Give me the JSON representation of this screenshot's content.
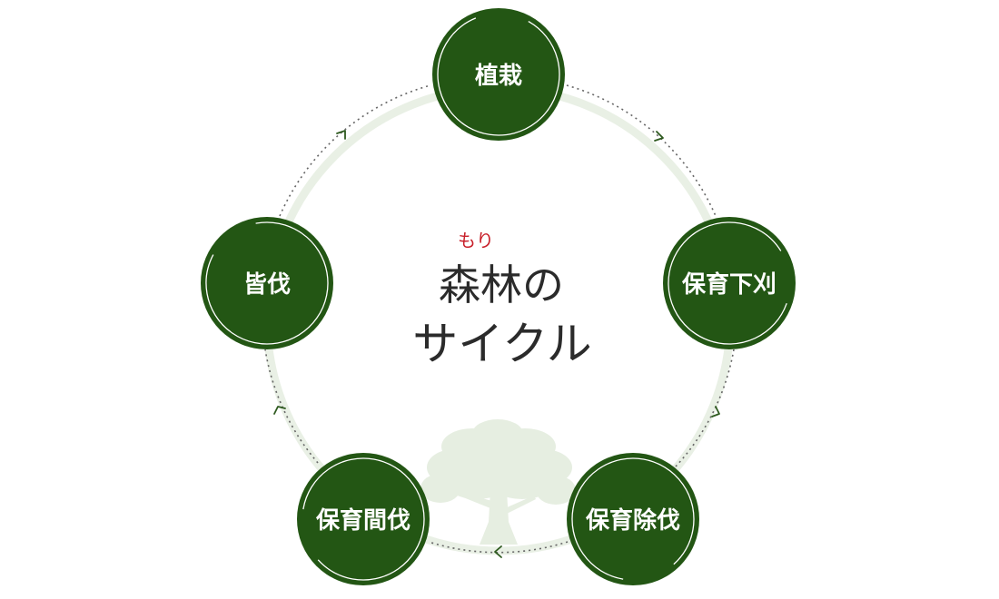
{
  "diagram": {
    "title_ruby": "もり",
    "title_line1": "森林の",
    "title_line2": "サイクル",
    "stages": [
      {
        "label": "植栽"
      },
      {
        "label": "保育下刈"
      },
      {
        "label": "保育除伐"
      },
      {
        "label": "保育間伐"
      },
      {
        "label": "皆伐"
      }
    ]
  },
  "colors": {
    "node_fill": "#235614",
    "ring_light": "#e9f0e5",
    "tree_silhouette": "#e6eee1",
    "arrow": "#2e5a1f",
    "dotted_path": "#666666",
    "ruby": "#c8202a",
    "title": "#2b2b2b"
  }
}
